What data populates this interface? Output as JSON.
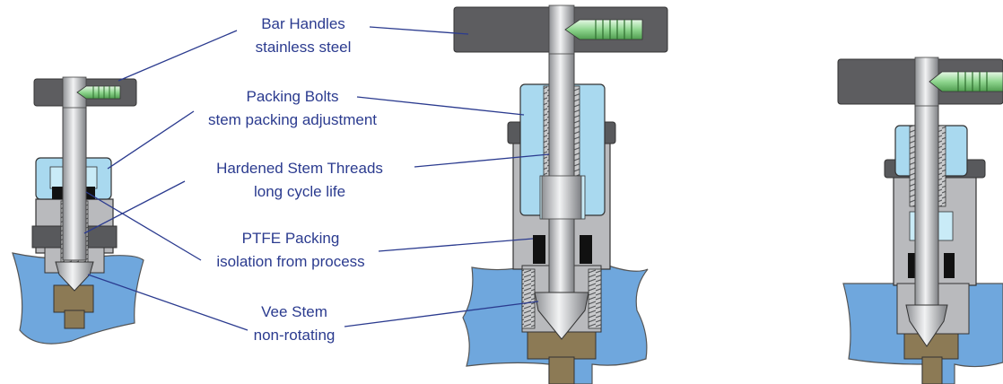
{
  "labels": [
    {
      "title": "Bar Handles",
      "subtitle": "stainless steel"
    },
    {
      "title": "Packing Bolts",
      "subtitle": "stem packing adjustment"
    },
    {
      "title": "Hardened Stem Threads",
      "subtitle": "long cycle life"
    },
    {
      "title": "PTFE Packing",
      "subtitle": "isolation from process"
    },
    {
      "title": "Vee Stem",
      "subtitle": "non-rotating"
    }
  ],
  "colors": {
    "label_text": "#2b3b8f",
    "handle": "#5d5d60",
    "body_steel": "#b9babd",
    "packing_bolt": "#a9d9ef",
    "packing_ptfe": "#111111",
    "process_fluid": "#6fa7dd",
    "seat_brass": "#8c7a55",
    "thread_insert": "#8fd68f"
  }
}
